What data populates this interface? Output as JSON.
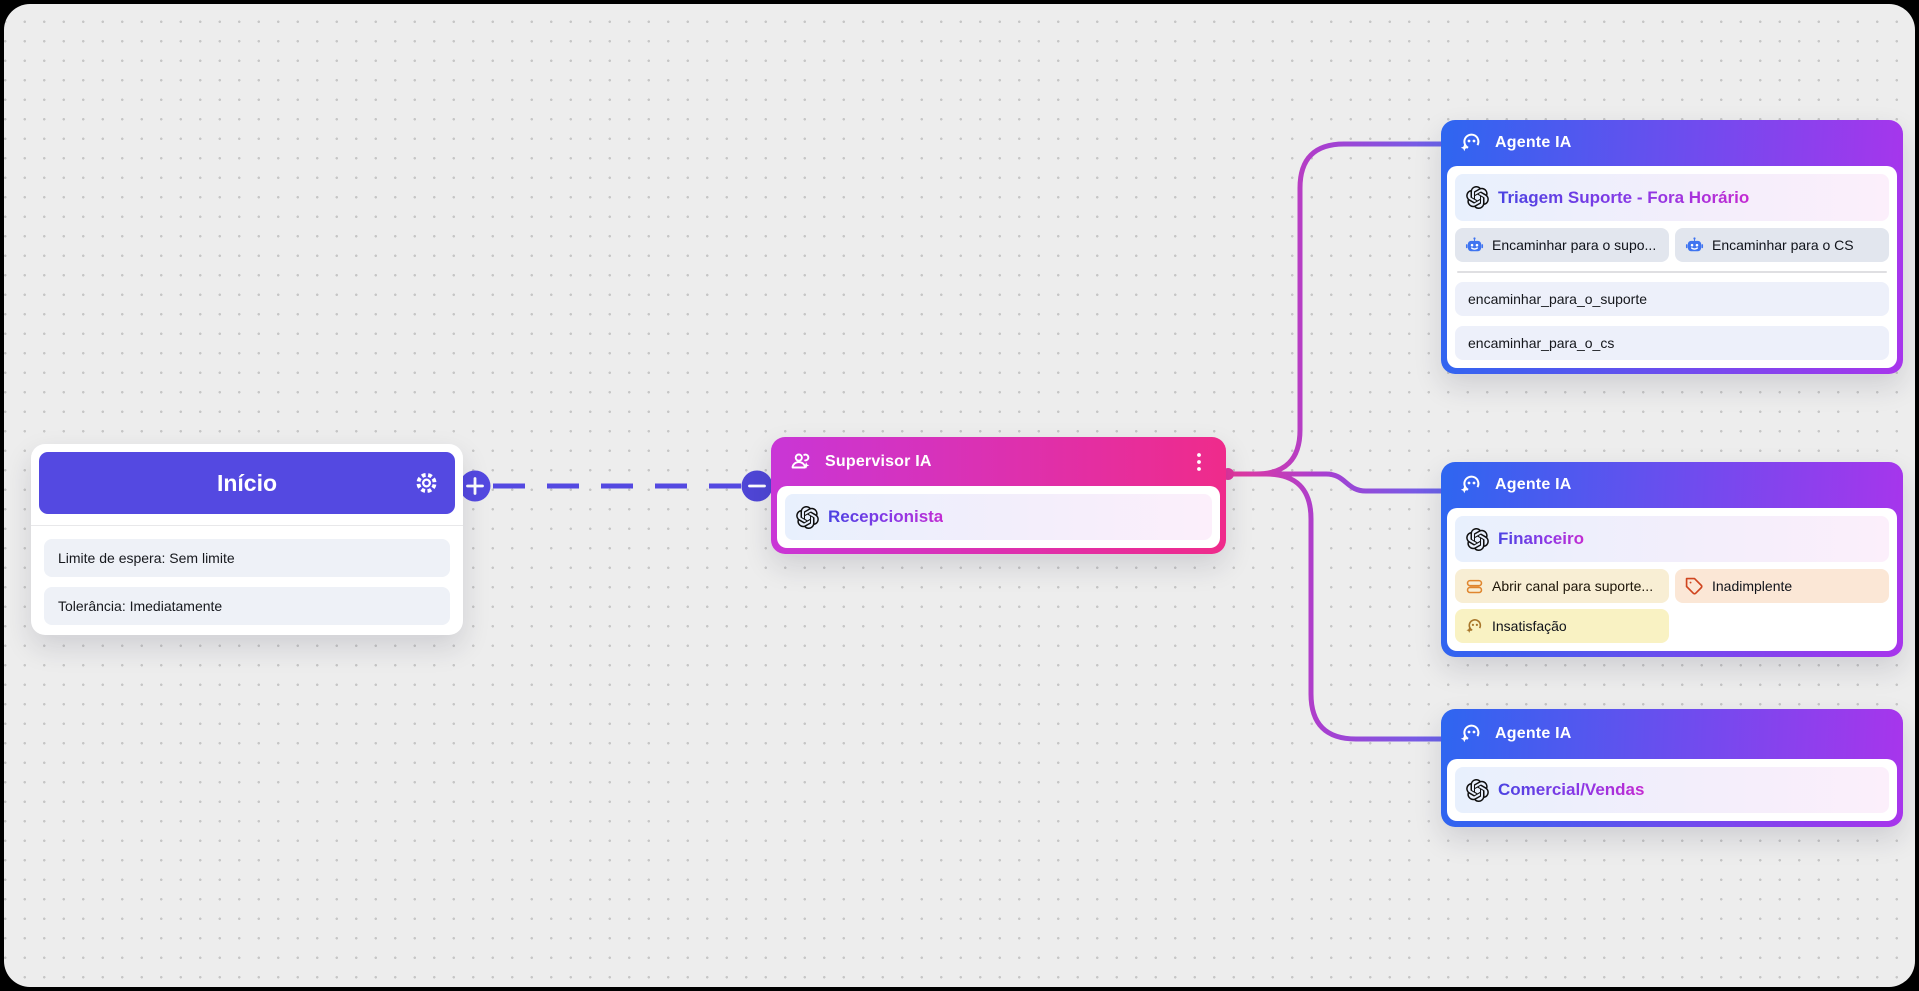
{
  "canvas": {
    "background": "#ededed",
    "frame": "#000000",
    "dot_color": "#c6c6c6"
  },
  "colors": {
    "start_accent": "#5449e1",
    "supervisor_gradient": [
      "#c936d6",
      "#ef2b8b"
    ],
    "agent_gradient": [
      "#2e66f0",
      "#a835ec"
    ],
    "edge_gradient": [
      "#e6399b",
      "#a83fd0",
      "#6a62ea"
    ],
    "gradient_text": [
      "#4a43e2",
      "#8a38e6",
      "#c42bd2"
    ]
  },
  "start_node": {
    "title": "Início",
    "rows": [
      "Limite de espera: Sem limite",
      "Tolerância: Imediatamente"
    ]
  },
  "supervisor_node": {
    "header": "Supervisor IA",
    "agent_label": "Recepcionista"
  },
  "agent_nodes": [
    {
      "header": "Agente IA",
      "title": "Triagem Suporte - Fora Horário",
      "tools": [
        "Encaminhar para o supo...",
        "Encaminhar para o CS"
      ],
      "functions": [
        "encaminhar_para_o_suporte",
        "encaminhar_para_o_cs"
      ]
    },
    {
      "header": "Agente IA",
      "title": "Financeiro",
      "tags": [
        "Abrir canal para suporte...",
        "Inadimplente",
        "Insatisfação"
      ]
    },
    {
      "header": "Agente IA",
      "title": "Comercial/Vendas"
    }
  ]
}
